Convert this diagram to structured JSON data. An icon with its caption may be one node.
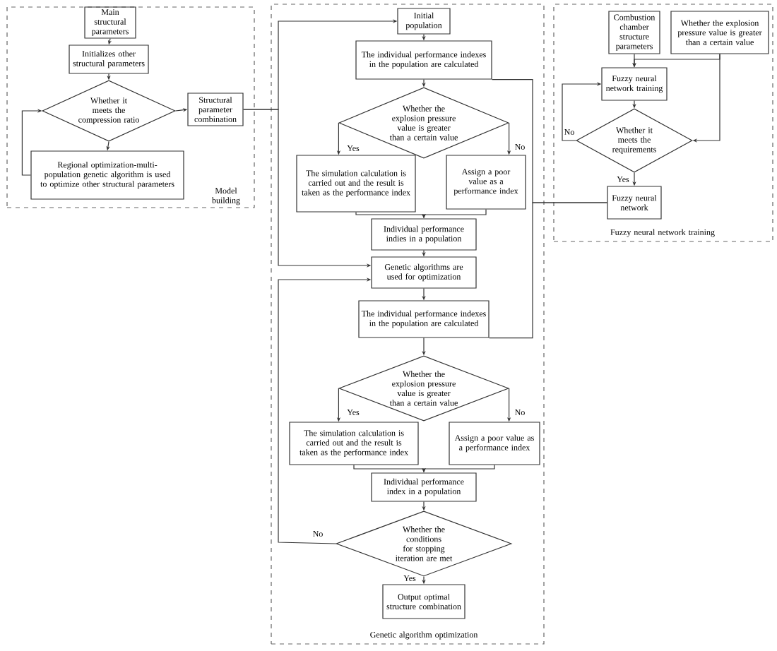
{
  "diagram": {
    "nodes": [
      {
        "text": [
          "Model building"
        ]
      },
      {
        "text": [
          "Main structural parameters"
        ],
        "in": 0
      },
      {
        "text": [
          "Initializes other structural parameters"
        ],
        "in": 0
      },
      {
        "text": [
          "Whether it meets the compression ratio"
        ],
        "in": 0
      },
      {
        "text": [
          "Regional optimization-multi-population genetic algorithm is used to optimize other structural parameters"
        ],
        "in": 0
      },
      {
        "text": [
          "Structural parameter combination"
        ],
        "in": 0
      },
      {
        "text": [
          "Genetic algorithm optimization"
        ]
      },
      {
        "text": [
          "Initial population"
        ],
        "in": 6
      },
      {
        "text": [
          "The individual performance indexes in the population are calculated"
        ],
        "in": 6
      },
      {
        "text": [
          "Whether the explosion pressure value is greater than a certain value"
        ],
        "in": 6
      },
      {
        "text": [
          "The simulation calculation is carried out and the result is taken as the performance index"
        ],
        "in": 6
      },
      {
        "text": [
          "Assign a poor value as a performance index"
        ],
        "in": 6
      },
      {
        "text": [
          "Individual performance indies in a population"
        ],
        "in": 6
      },
      {
        "text": [
          "Genetic algorithms are used for optimization"
        ],
        "in": 6
      },
      {
        "text": [
          "The individual performance indexes in the population are calculated"
        ],
        "in": 6
      },
      {
        "text": [
          "Whether the explosion pressure value is greater than a certain value"
        ],
        "in": 6
      },
      {
        "text": [
          "The simulation calculation is carried out and the result is taken as the performance index"
        ],
        "in": 6
      },
      {
        "text": [
          "Assign a poor value as a performance index"
        ],
        "in": 6
      },
      {
        "text": [
          "Individual performance index in a population"
        ],
        "in": 6
      },
      {
        "text": [
          "Whether the conditions for stopping iteration are met"
        ],
        "in": 6
      },
      {
        "text": [
          "Output optimal structure combination"
        ],
        "in": 6
      },
      {
        "text": [
          "Fuzzy neural network training"
        ]
      },
      {
        "text": [
          "Combustion chamber structure parameters"
        ],
        "in": 21
      },
      {
        "text": [
          "Whether the explosion pressure value is greater than a certain value"
        ],
        "in": 21
      },
      {
        "text": [
          "Fuzzy neural network training"
        ],
        "in": 21
      },
      {
        "text": [
          "Whether it meets the requirements"
        ],
        "in": 21
      },
      {
        "text": [
          "Fuzzy neural network"
        ],
        "in": 21
      }
    ],
    "edges": [
      {
        "from": 1,
        "to": 2,
        "arrow": "to"
      },
      {
        "from": 2,
        "to": 3,
        "arrow": "to"
      },
      {
        "from": 3,
        "to": 4,
        "arrow": "to"
      },
      {
        "from": 4,
        "to": 3,
        "arrow": "to"
      },
      {
        "from": 3,
        "to": 5,
        "arrow": "to"
      },
      {
        "from": 5,
        "to": 7,
        "arrow": "to"
      },
      {
        "from": 5,
        "to": 13,
        "arrow": "to"
      },
      {
        "from": 7,
        "to": 8,
        "arrow": "to"
      },
      {
        "from": 8,
        "to": 9,
        "arrow": "to"
      },
      {
        "from": 9,
        "to": 10,
        "label": "Yes",
        "arrow": "to"
      },
      {
        "from": 9,
        "to": 11,
        "label": "No",
        "arrow": "to"
      },
      {
        "from": 10,
        "to": 12,
        "arrow": "to"
      },
      {
        "from": 11,
        "to": 12,
        "arrow": "to"
      },
      {
        "from": 12,
        "to": 13,
        "arrow": "to"
      },
      {
        "from": 13,
        "to": 14,
        "arrow": "to"
      },
      {
        "from": 14,
        "to": 15,
        "arrow": "to"
      },
      {
        "from": 15,
        "to": 16,
        "label": "Yes",
        "arrow": "to"
      },
      {
        "from": 15,
        "to": 17,
        "label": "No",
        "arrow": "to"
      },
      {
        "from": 16,
        "to": 18,
        "arrow": "to"
      },
      {
        "from": 17,
        "to": 18,
        "arrow": "to"
      },
      {
        "from": 18,
        "to": 19,
        "arrow": "to"
      },
      {
        "from": 19,
        "to": 13,
        "label": "No",
        "arrow": "to"
      },
      {
        "from": 19,
        "to": 20,
        "label": "Yes",
        "arrow": "to"
      },
      {
        "from": 26,
        "to": 8,
        "arrow": "none"
      },
      {
        "from": 26,
        "to": 14,
        "arrow": "none"
      },
      {
        "from": 22,
        "to": 24,
        "arrow": "to"
      },
      {
        "from": 23,
        "to": 24,
        "arrow": "to"
      },
      {
        "from": 23,
        "to": 25,
        "arrow": "to"
      },
      {
        "from": 24,
        "to": 25,
        "arrow": "to"
      },
      {
        "from": 25,
        "to": 24,
        "label": "No",
        "arrow": "to"
      },
      {
        "from": 25,
        "to": 26,
        "label": "Yes",
        "arrow": "to"
      }
    ]
  }
}
